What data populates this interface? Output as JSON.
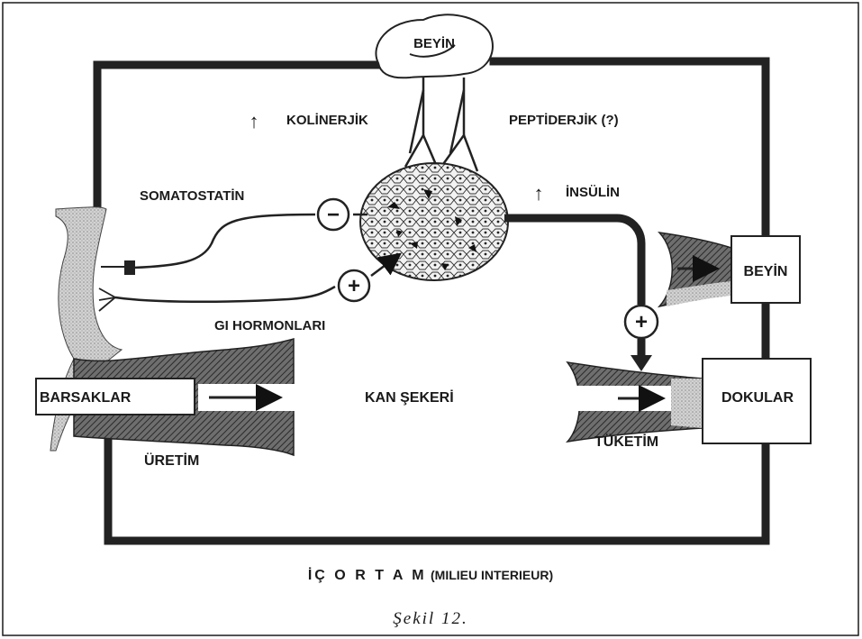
{
  "diagram": {
    "nodes": {
      "brain_top": "BEYİN",
      "brain_right": "BEYİN",
      "intestines": "BARSAKLAR",
      "tissues": "DOKULAR",
      "blood_sugar": "KAN ŞEKERİ"
    },
    "labels": {
      "cholinergic": "KOLİNERJİK",
      "peptidergic": "PEPTİDERJİK (?)",
      "somatostatin": "SOMATOSTATİN",
      "insulin": "İNSÜLİN",
      "gi_hormones": "GI HORMONLARI",
      "production": "ÜRETİM",
      "consumption": "TÜKETİM"
    },
    "signs": {
      "inhibit": "−",
      "stimulate_gi": "+",
      "stimulate_insulin": "+"
    },
    "arrows": {
      "cholinergic_up": "↑",
      "insulin_up": "↑"
    },
    "title": {
      "main": "İÇ  O R T A M",
      "sub": "(MILIEU INTERIEUR)"
    },
    "caption": "Şekil 12."
  }
}
